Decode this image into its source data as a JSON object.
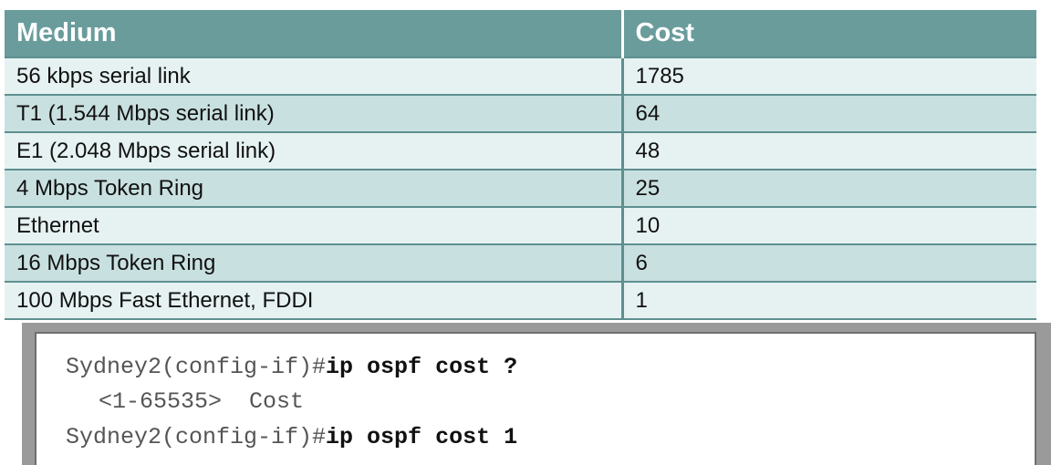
{
  "table": {
    "headers": [
      "Medium",
      "Cost"
    ],
    "rows": [
      {
        "medium": "56 kbps serial link",
        "cost": "1785"
      },
      {
        "medium": "T1 (1.544 Mbps serial link)",
        "cost": "64"
      },
      {
        "medium": "E1 (2.048 Mbps serial link)",
        "cost": "48"
      },
      {
        "medium": "4 Mbps Token Ring",
        "cost": "25"
      },
      {
        "medium": "Ethernet",
        "cost": "10"
      },
      {
        "medium": "16 Mbps Token Ring",
        "cost": "6"
      },
      {
        "medium": "100 Mbps Fast Ethernet, FDDI",
        "cost": "1"
      }
    ],
    "colors": {
      "header_bg": "#6a9c9c",
      "row_light": "#e6f2f2",
      "row_dark": "#c9e0e0",
      "grid": "#5f8f8f"
    }
  },
  "terminal": {
    "lines": [
      {
        "prompt": "Sydney2(config-if)#",
        "command": "ip ospf cost ?"
      },
      {
        "prompt": "<1-65535>  Cost",
        "command": ""
      },
      {
        "prompt": "Sydney2(config-if)#",
        "command": "ip ospf cost 1"
      }
    ]
  }
}
